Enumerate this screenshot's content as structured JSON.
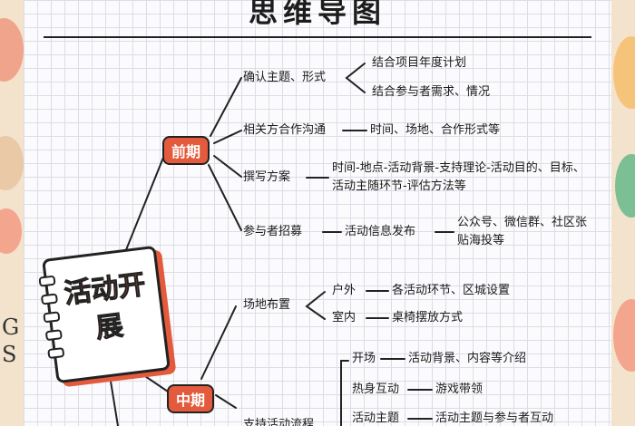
{
  "title": "思维导图",
  "center": "活动开展",
  "side_letters": [
    "G",
    "S"
  ],
  "phases": {
    "early": "前期",
    "mid": "中期"
  },
  "early": {
    "theme": {
      "label": "确认主题、形式",
      "items": [
        "结合项目年度计划",
        "结合参与者需求、情况"
      ]
    },
    "comm": {
      "label": "相关方合作沟通",
      "detail": "时间、场地、合作形式等"
    },
    "plan": {
      "label": "撰写方案",
      "detail": "时间-地点-活动背景-支持理论-活动目的、目标、活动主随环节-评估方法等"
    },
    "recruit": {
      "label": "参与者招募",
      "sub": "活动信息发布",
      "detail": "公众号、微信群、社区张贴海投等"
    }
  },
  "mid": {
    "venue": {
      "label": "场地布置",
      "outdoor": {
        "label": "户外",
        "detail": "各活动环节、区城设置"
      },
      "indoor": {
        "label": "室内",
        "detail": "桌椅摆放方式"
      }
    },
    "flow": {
      "label": "支持活动流程",
      "open": {
        "label": "开场",
        "detail": "活动背景、内容等介绍"
      },
      "warm": {
        "label": "热身互动",
        "detail": "游戏带领"
      },
      "main": {
        "label": "活动主题",
        "detail": "活动主题与参与者互动"
      }
    }
  },
  "colors": {
    "accent": "#e45a3c",
    "paper": "#fbfbfd",
    "grid": "#dcdde6",
    "ink": "#222222"
  }
}
